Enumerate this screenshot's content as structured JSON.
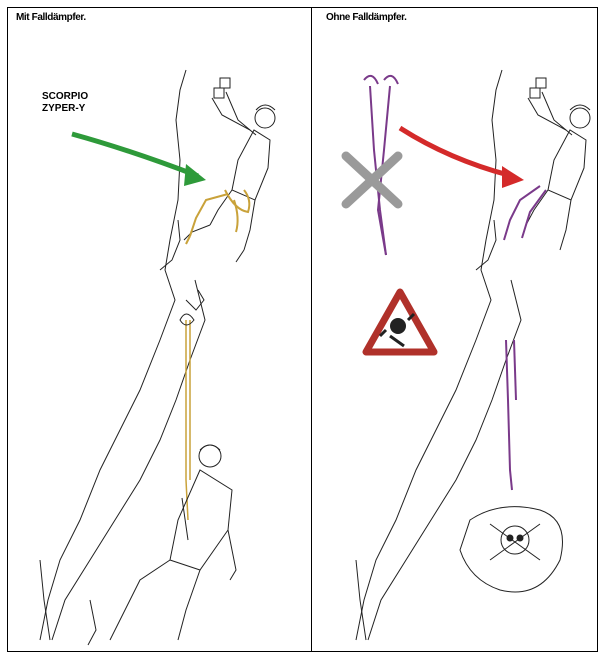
{
  "left_panel": {
    "title": "Mit Falldämpfer.",
    "product_label_line1": "SCORPIO",
    "product_label_line2": "ZYPER-Y",
    "arrow_color": "#2e9a3a",
    "lanyard_color": "#c9a23a"
  },
  "right_panel": {
    "title": "Ohne Falldämpfer.",
    "arrow_color": "#d42a2a",
    "lanyard_color": "#7a3a8a",
    "cross_icon": "gray-x-mark",
    "warning_icon": "danger-triangle-icon"
  }
}
